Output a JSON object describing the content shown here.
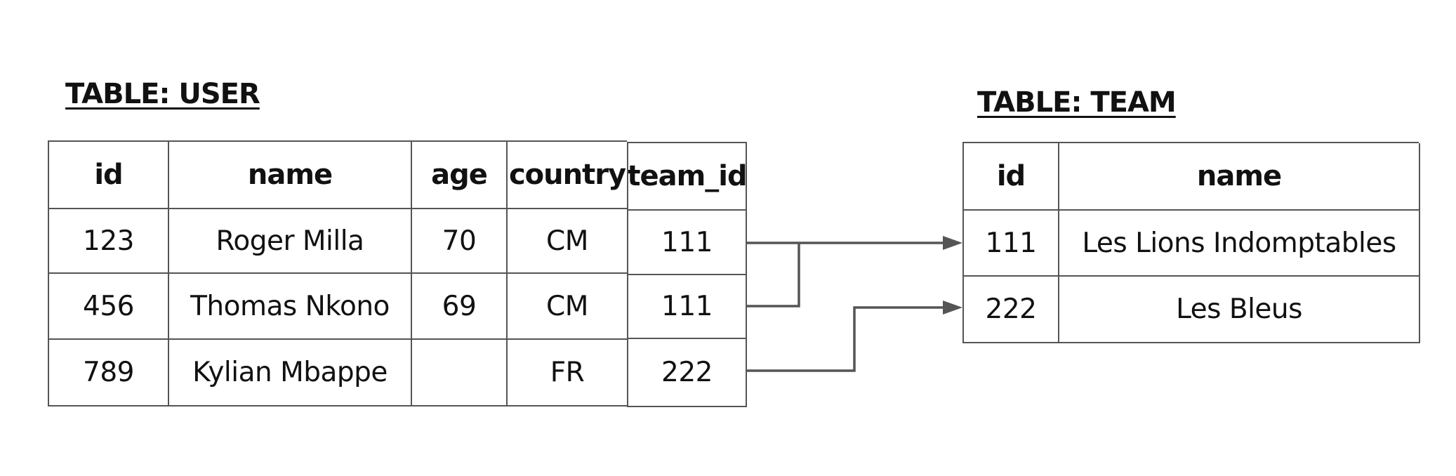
{
  "user_table": {
    "title": "TABLE: USER",
    "columns": [
      "id",
      "name",
      "age",
      "country",
      "team_id"
    ],
    "rows": [
      {
        "id": "123",
        "name": "Roger Milla",
        "age": "70",
        "country": "CM",
        "team_id": "111"
      },
      {
        "id": "456",
        "name": "Thomas Nkono",
        "age": "69",
        "country": "CM",
        "team_id": "111"
      },
      {
        "id": "789",
        "name": "Kylian Mbappe",
        "age": "",
        "country": "FR",
        "team_id": "222"
      }
    ]
  },
  "team_table": {
    "title": "TABLE: TEAM",
    "columns": [
      "id",
      "name"
    ],
    "rows": [
      {
        "id": "111",
        "name": "Les Lions Indomptables"
      },
      {
        "id": "222",
        "name": "Les Bleus"
      }
    ]
  },
  "relations": [
    {
      "from_row": 0,
      "to_row": 0
    },
    {
      "from_row": 1,
      "to_row": 0
    },
    {
      "from_row": 2,
      "to_row": 1
    }
  ],
  "colors": {
    "border": "#555555",
    "text": "#111111",
    "connector": "#555555"
  }
}
